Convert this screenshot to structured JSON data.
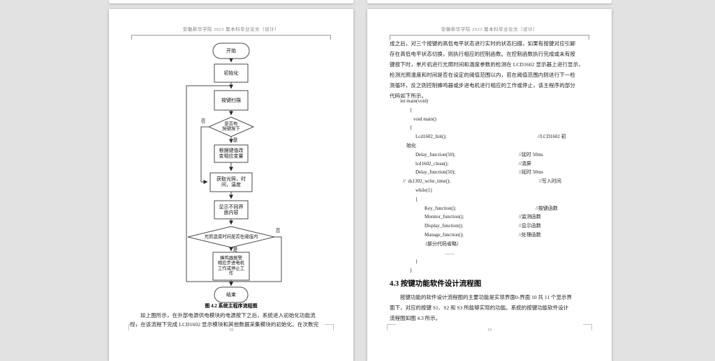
{
  "header": {
    "title": "安徽新华学院 2023 届本科毕业论文（设计）"
  },
  "left_page": {
    "flowchart": {
      "nodes": {
        "start": "开始",
        "init": "初始化",
        "scan": "按键扫描",
        "decision1": "是否有\n按键按下",
        "no1": "否",
        "yes1": "是",
        "keyval": "根据键值改\n变相应变量",
        "acquire": "获取光照，时\n间，温度",
        "display": "显示不同界\n面内容",
        "decision2": "光照温度时间是否在阈值内",
        "no2": "否",
        "yes2": "是",
        "action": "蜂鸣器报警\n相应步进电机\n工作或停止工\n作",
        "end": "结束"
      },
      "caption": "图 4.2 系统主程序流程图"
    },
    "paragraph": {
      "line1": "如上图所示，在外部电源供电模块的电源按下之后，系统进入初始化功能流",
      "line2": "程，在该流程下完成 LCD1602 显示模块和其他数据采集模块的初始化。在次数完"
    },
    "page_number": "18"
  },
  "right_page": {
    "paragraph1": {
      "lines": [
        "成之后，对三个按键的高低电平状态进行实时的状态扫描，如果有按键对应引脚",
        "存在高低电平状态切换，则执行相应的控制函数。在控制函数执行完成或未有按",
        "键按下时，单片机进行光照时间和温度参数的检测在 LCD1602 显示器上进行显示，",
        "检测光照温度和时间是否在设定的阈值范围以内，若在阈值范围内则进行下一检",
        "测循环，反之则控制蜂鸣器或步进电机进行相应的工作或停止，该主程序的部分",
        "代码如下所示。"
      ]
    },
    "code": {
      "lines": [
        {
          "c": "int main(void)",
          "m": ""
        },
        {
          "c": "{",
          "m": ""
        },
        {
          "c": "void main()",
          "m": ""
        },
        {
          "c": "{",
          "m": ""
        },
        {
          "c": "Lcd1602_Init();",
          "m": "//LCD1602 初"
        },
        {
          "c": "始化",
          "m": ""
        },
        {
          "c": "Delay_function(50);",
          "m": "//延时 50ms"
        },
        {
          "c": "lcd1602_clean();",
          "m": "//清屏"
        },
        {
          "c": "Delay_function(50);",
          "m": "//延时 50ms"
        },
        {
          "c": "//  ds1302_write_time();",
          "m": "//写入时间"
        },
        {
          "c": "while(1)",
          "m": ""
        },
        {
          "c": "{",
          "m": ""
        },
        {
          "c": "Key_function();",
          "m": "//按键函数"
        },
        {
          "c": "Monitor_function();",
          "m": "//监测函数"
        },
        {
          "c": "Display_function();",
          "m": "//显示函数"
        },
        {
          "c": "Manage_function();",
          "m": "//处理函数"
        },
        {
          "c": "（部分代码省略）",
          "m": ""
        },
        {
          "c": "……",
          "m": ""
        },
        {
          "c": "}",
          "m": ""
        },
        {
          "c": "}",
          "m": ""
        }
      ]
    },
    "heading": "4.3 按键功能软件设计流程图",
    "paragraph2": {
      "lines": [
        "按键功能的软件设计流程图的主要功能是实现界面0-界面 10 共 11 个显示界",
        "面下，对应的按键 S1、S2 和 S3 所能够实现的功能。系统的按键功能软件设计",
        "流程图如图 4.3 所示。"
      ]
    },
    "page_number": "19"
  }
}
